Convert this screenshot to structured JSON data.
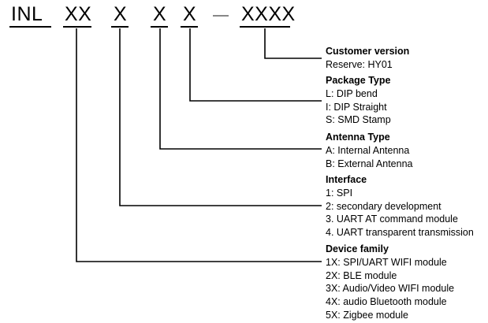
{
  "part_code": {
    "segments": [
      "INL",
      "XX",
      "X",
      "X",
      "X",
      "XXXX"
    ]
  },
  "groups": [
    {
      "title": "Customer version",
      "lines": [
        "Reserve: HY01"
      ]
    },
    {
      "title": "Package Type",
      "lines": [
        "L: DIP bend",
        "I: DIP Straight",
        "S: SMD Stamp"
      ]
    },
    {
      "title": "Antenna Type",
      "lines": [
        "A: Internal Antenna",
        "B: External Antenna"
      ]
    },
    {
      "title": "Interface",
      "lines": [
        "1: SPI",
        "2: secondary development",
        "3. UART AT command module",
        "4. UART transparent transmission"
      ]
    },
    {
      "title": "Device family",
      "lines": [
        "1X: SPI/UART WIFI module",
        "2X: BLE module",
        "3X: Audio/Video WIFI module",
        "4X: audio Bluetooth module",
        "5X: Zigbee module"
      ]
    }
  ]
}
